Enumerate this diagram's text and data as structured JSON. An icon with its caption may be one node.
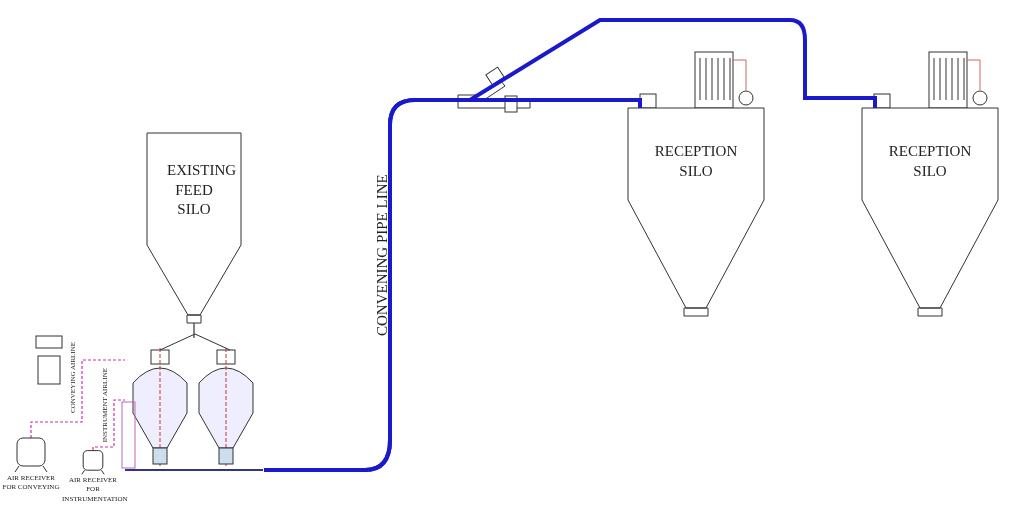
{
  "diagram": {
    "nodes": [
      {
        "text": [
          "EXISTING FEED SILO"
        ]
      },
      {
        "text": [],
        "shape": "picture"
      },
      {
        "text": [
          "RECEPTION SILO"
        ]
      },
      {
        "text": [
          "RECEPTION SILO"
        ]
      },
      {
        "text": [
          "AIR RECEIVER FOR CONVEYING"
        ]
      },
      {
        "text": [
          "AIR RECEIVER FOR INSTRUMENTATION"
        ]
      }
    ],
    "edges": [
      {
        "from": 0,
        "to": 1,
        "arrow": "none",
        "color": "#333333"
      },
      {
        "from": 1,
        "to": 2,
        "arrow": "none",
        "style": "thick",
        "color": "#1a1acc"
      },
      {
        "from": 1,
        "to": 3,
        "arrow": "none",
        "style": "thick",
        "color": "#1a1acc"
      },
      {
        "from": 4,
        "to": 1,
        "arrow": "none",
        "style": "dashed",
        "color": "#cc33aa",
        "label": "CONVEYING AIRLINE"
      },
      {
        "from": 5,
        "to": 1,
        "arrow": "none",
        "style": "dashed",
        "color": "#cc33aa",
        "label": "INSTRUMENT AIRLINE"
      }
    ],
    "labels": [
      "CONVENING PIPE LINE"
    ]
  }
}
